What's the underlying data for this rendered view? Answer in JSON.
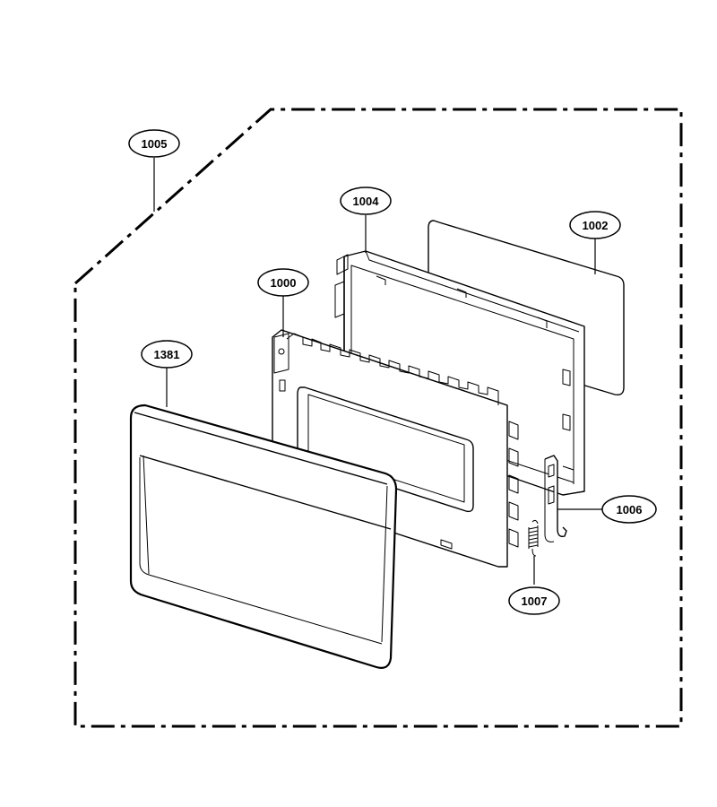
{
  "diagram": {
    "parts": [
      {
        "id": "boundary-assembly",
        "label": "1005"
      },
      {
        "id": "frame-assembly",
        "label": "1004"
      },
      {
        "id": "glass-panel",
        "label": "1002"
      },
      {
        "id": "door-plate-assembly",
        "label": "1000"
      },
      {
        "id": "door-choke-front",
        "label": "1381"
      },
      {
        "id": "latch-hook",
        "label": "1006"
      },
      {
        "id": "latch-spring",
        "label": "1007"
      }
    ]
  }
}
